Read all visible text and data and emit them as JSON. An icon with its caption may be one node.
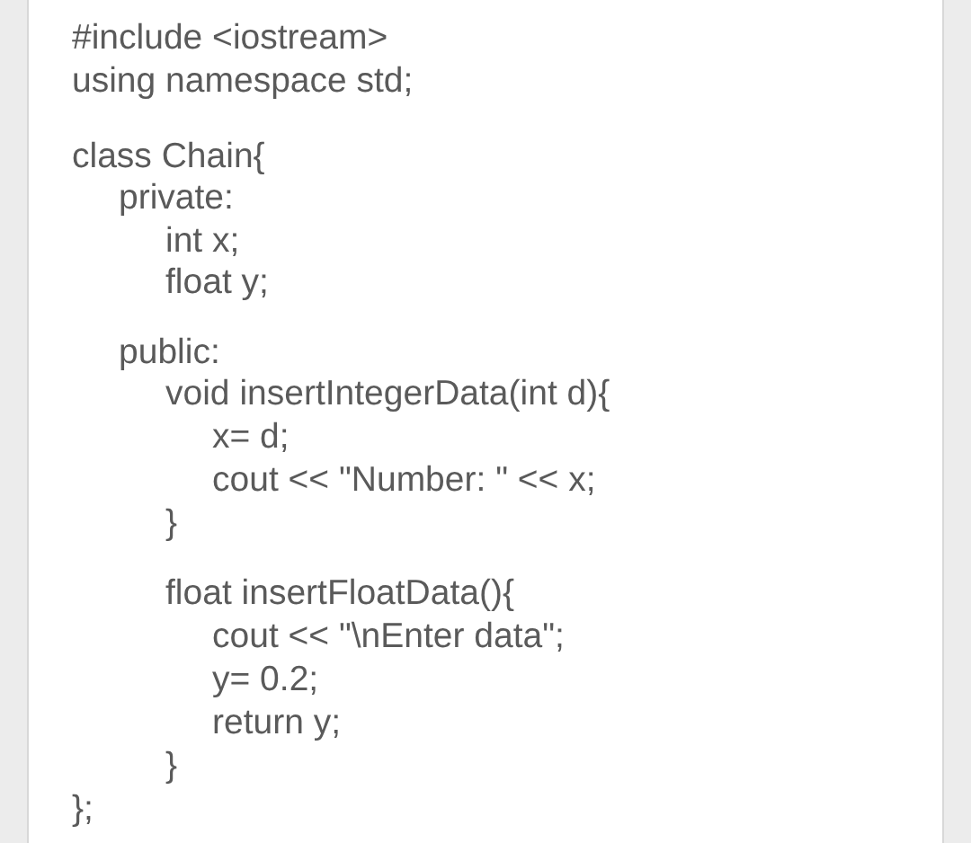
{
  "diagram": {
    "labels": [
      "#include <iostream>",
      "using namespace std;",
      "class Chain{",
      "private:",
      "int x;",
      "float y;",
      "public:",
      "void insertIntegerData(int d){",
      "x= d;",
      "cout << \"Number: \" << x;",
      "}",
      "float insertFloatData(){",
      "cout << \"\\nEnter data\";",
      "y= 0.2;",
      "return y;",
      "}",
      "};"
    ]
  }
}
